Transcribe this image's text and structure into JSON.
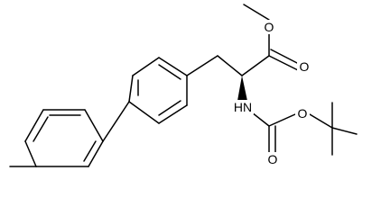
{
  "molecule": {
    "atoms": {
      "o_ester_single": "O",
      "o_ester_carbonyl": "O",
      "nh": "HN",
      "o_carbamate_single": "O",
      "o_carbamate_carbonyl": "O"
    }
  }
}
